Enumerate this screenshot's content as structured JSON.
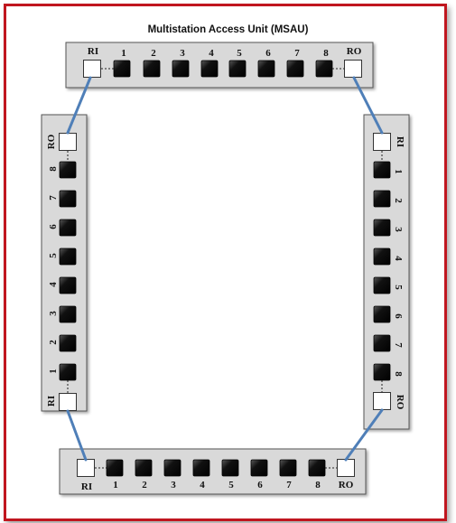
{
  "diagram": {
    "title": "Multistation Access Unit (MSAU)",
    "ports": [
      "1",
      "2",
      "3",
      "4",
      "5",
      "6",
      "7",
      "8"
    ],
    "ring_in_label": "RI",
    "ring_out_label": "RO",
    "colors": {
      "frame": "#c0161f",
      "panel_fill": "#d9d9d9",
      "panel_stroke": "#555555",
      "port_fill": "#111111",
      "ring_port_fill": "#ffffff",
      "cable": "#4f7fb8"
    },
    "units": [
      {
        "id": "top",
        "orientation": "horizontal-left-to-right",
        "labels_position": "above"
      },
      {
        "id": "right",
        "orientation": "vertical-top-to-bottom",
        "labels_position": "right"
      },
      {
        "id": "bottom",
        "orientation": "horizontal-left-to-right",
        "labels_position": "below"
      },
      {
        "id": "left",
        "orientation": "vertical-bottom-to-top",
        "labels_position": "left"
      }
    ],
    "connections": [
      {
        "from": "top.RO",
        "to": "right.RI"
      },
      {
        "from": "right.RO",
        "to": "bottom.RO"
      },
      {
        "from": "bottom.RI",
        "to": "left.RI"
      },
      {
        "from": "left.RO",
        "to": "top.RI"
      }
    ]
  }
}
